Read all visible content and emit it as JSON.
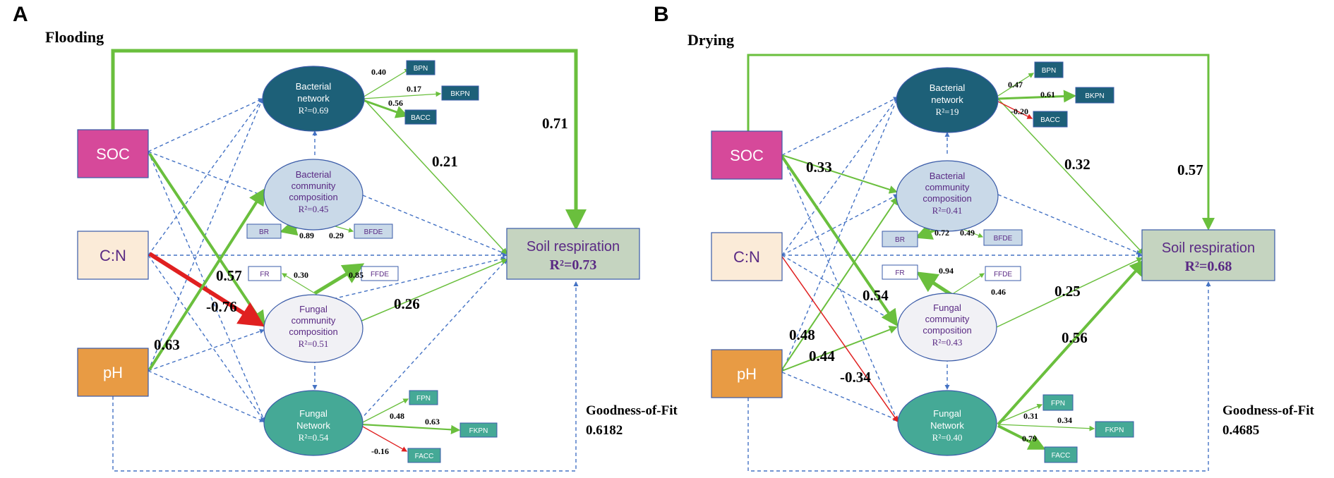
{
  "panels": [
    {
      "letter": "A",
      "condition": "Flooding",
      "nodes": {
        "soc": "SOC",
        "cn": "C:N",
        "ph": "pH",
        "bact_net": {
          "l1": "Bacterial",
          "l2": "network",
          "r2": "R²=0.69"
        },
        "bact_comp": {
          "l1": "Bacterial",
          "l2": "community",
          "l3": "composition",
          "r2": "R²=0.45"
        },
        "fung_comp": {
          "l1": "Fungal",
          "l2": "community",
          "l3": "composition",
          "r2": "R²=0.51"
        },
        "fung_net": {
          "l1": "Fungal",
          "l2": "Network",
          "r2": "R²=0.54"
        },
        "resp": {
          "label": "Soil respiration",
          "r2": "R²=0.73"
        }
      },
      "boxes": {
        "BPN": "BPN",
        "BKPN": "BKPN",
        "BACC": "BACC",
        "BR": "BR",
        "BFDE": "BFDE",
        "FR": "FR",
        "FFDE": "FFDE",
        "FPN": "FPN",
        "FKPN": "FKPN",
        "FACC": "FACC"
      },
      "coefficients": {
        "soc_resp": "0.71",
        "bnet_resp": "0.21",
        "soc_fcomp": "0.57",
        "cn_fcomp": "-0.76",
        "ph_bcomp": "0.63",
        "fcomp_resp": "0.26",
        "bpn": "0.40",
        "bkpn": "0.17",
        "bacc": "0.56",
        "br": "0.89",
        "bfde": "0.29",
        "fr": "0.30",
        "ffde": "0.85",
        "fpn": "0.48",
        "fkpn": "0.63",
        "facc": "-0.16"
      },
      "goodness_label": "Goodness-of-Fit",
      "goodness_value": "0.6182"
    },
    {
      "letter": "B",
      "condition": "Drying",
      "nodes": {
        "soc": "SOC",
        "cn": "C:N",
        "ph": "pH",
        "bact_net": {
          "l1": "Bacterial",
          "l2": "network",
          "r2": "R²=19"
        },
        "bact_comp": {
          "l1": "Bacterial",
          "l2": "community",
          "l3": "composition",
          "r2": "R²=0.41"
        },
        "fung_comp": {
          "l1": "Fungal",
          "l2": "community",
          "l3": "composition",
          "r2": "R²=0.43"
        },
        "fung_net": {
          "l1": "Fungal",
          "l2": "Network",
          "r2": "R²=0.40"
        },
        "resp": {
          "label": "Soil respiration",
          "r2": "R²=0.68"
        }
      },
      "boxes": {
        "BPN": "BPN",
        "BKPN": "BKPN",
        "BACC": "BACC",
        "BR": "BR",
        "BFDE": "BFDE",
        "FR": "FR",
        "FFDE": "FFDE",
        "FPN": "FPN",
        "FKPN": "FKPN",
        "FACC": "FACC"
      },
      "coefficients": {
        "soc_resp": "0.57",
        "bnet_resp": "0.32",
        "soc_bcomp": "0.33",
        "soc_fcomp": "0.54",
        "ph_bcomp": "0.48",
        "ph_fcomp": "0.44",
        "cn_fnet": "-0.34",
        "fcomp_resp": "0.25",
        "fnet_resp": "0.56",
        "bpn": "0.47",
        "bkpn": "0.61",
        "bacc": "-0.20",
        "br": "0.72",
        "bfde": "0.49",
        "fr": "0.94",
        "ffde": "0.46",
        "fpn": "0.31",
        "fkpn": "0.34",
        "facc": "0.79"
      },
      "goodness_label": "Goodness-of-Fit",
      "goodness_value": "0.4685"
    }
  ],
  "colors": {
    "positive": "#6abf3d",
    "negative": "#e02020",
    "nonsig": "#4472c4",
    "soc": "#d6499a",
    "cn": "#fbebd8",
    "ph": "#e89b44",
    "bact_net": "#1d6078",
    "comp_bact": "#c9d9e8",
    "comp_fung": "#f1f1f5",
    "fung_net": "#45a996",
    "resp": "#c5d4c0",
    "dark_box": "#1d6078",
    "teal_box": "#45a996"
  }
}
